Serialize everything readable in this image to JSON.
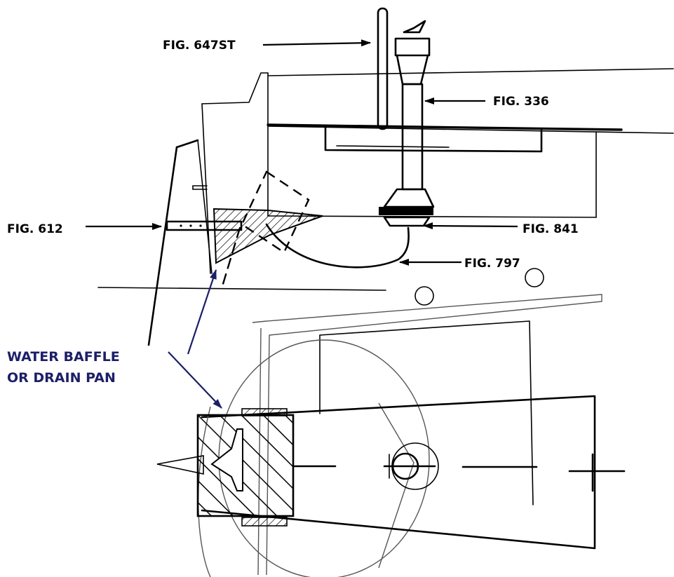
{
  "labels": {
    "fig_647st": "FIG. 647ST",
    "fig_336": "FIG. 336",
    "fig_612": "FIG. 612",
    "fig_841": "FIG. 841",
    "fig_797": "FIG. 797",
    "baffle_line1": "WATER BAFFLE",
    "baffle_line2": "OR DRAIN PAN"
  },
  "colors": {
    "line": "#000000",
    "callout": "#1c1f66"
  }
}
